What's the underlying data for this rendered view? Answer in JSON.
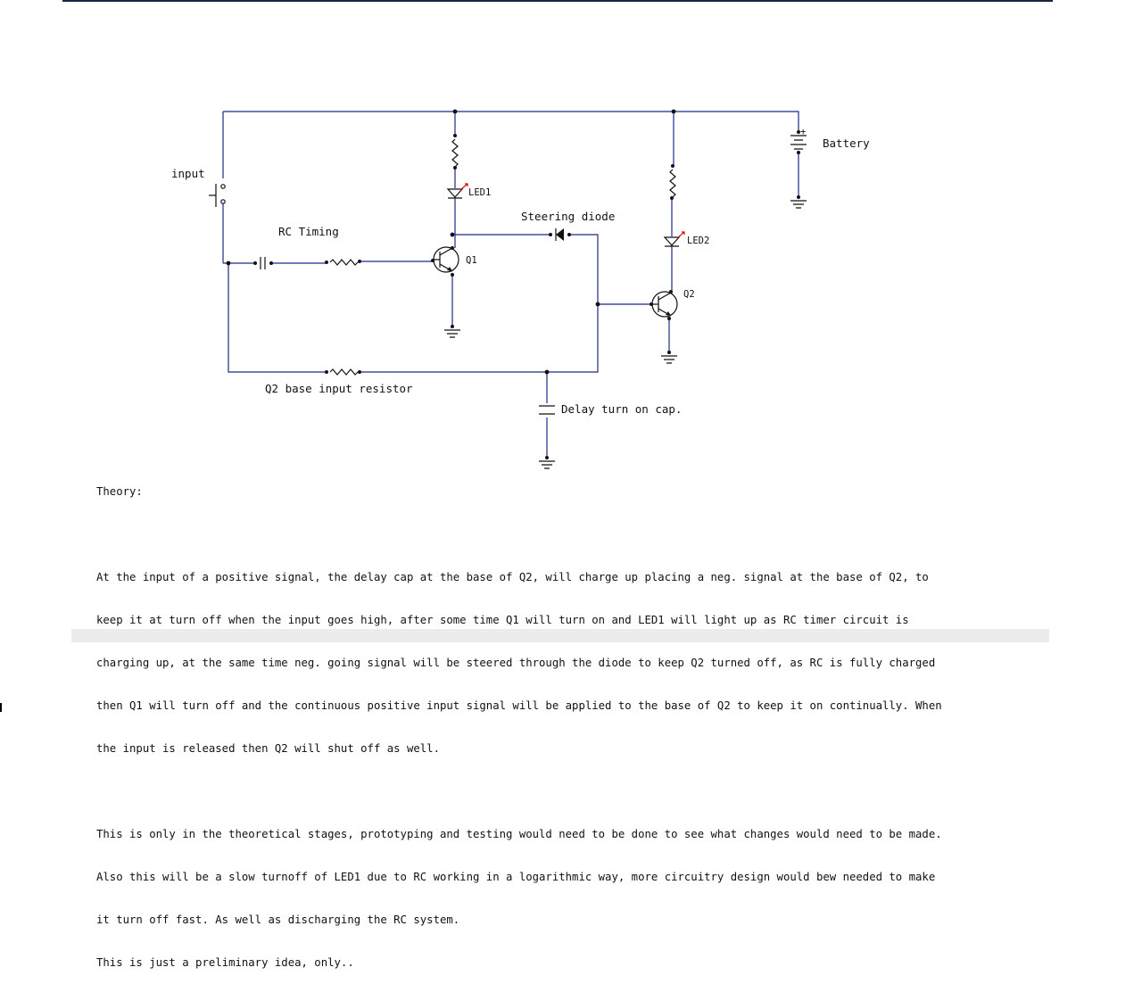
{
  "schematic": {
    "labels": {
      "input": "input",
      "battery": "Battery",
      "rc_timing": "RC Timing",
      "led1": "LED1",
      "led2": "LED2",
      "q1": "Q1",
      "q2": "Q2",
      "steering_diode": "Steering diode",
      "q2_base_resistor": "Q2 base input resistor",
      "delay_cap": "Delay turn on cap.",
      "battery_plus": "+"
    },
    "colors": {
      "wire": "#1d2a8a",
      "component": "#111111",
      "led_arrow": "#d01010"
    }
  },
  "theory": {
    "heading": "Theory:",
    "paragraph1": [
      "At the input of a positive signal, the delay cap at the base of Q2, will charge up placing a neg. signal at the base of Q2, to",
      "keep it at turn off when the input goes high, after some time Q1 will turn on and LED1 will light up as RC timer circuit is",
      "charging up, at the same time neg. going signal will be steered through the diode to keep Q2 turned off, as RC is fully charged",
      "then Q1 will turn off and the continuous positive input signal will be applied to the base of Q2 to keep it on continually. When",
      "the input is released then Q2 will shut off as well."
    ],
    "paragraph2": [
      "This is only in the theoretical stages, prototyping and testing would need to be done to see what changes would need to be made.",
      "Also this will be a slow turnoff of LED1 due to RC working in a logarithmic way, more circuitry design would bew needed to make",
      "it turn off fast. As well as discharging the RC system.",
      "This is just a preliminary idea, only.."
    ]
  }
}
